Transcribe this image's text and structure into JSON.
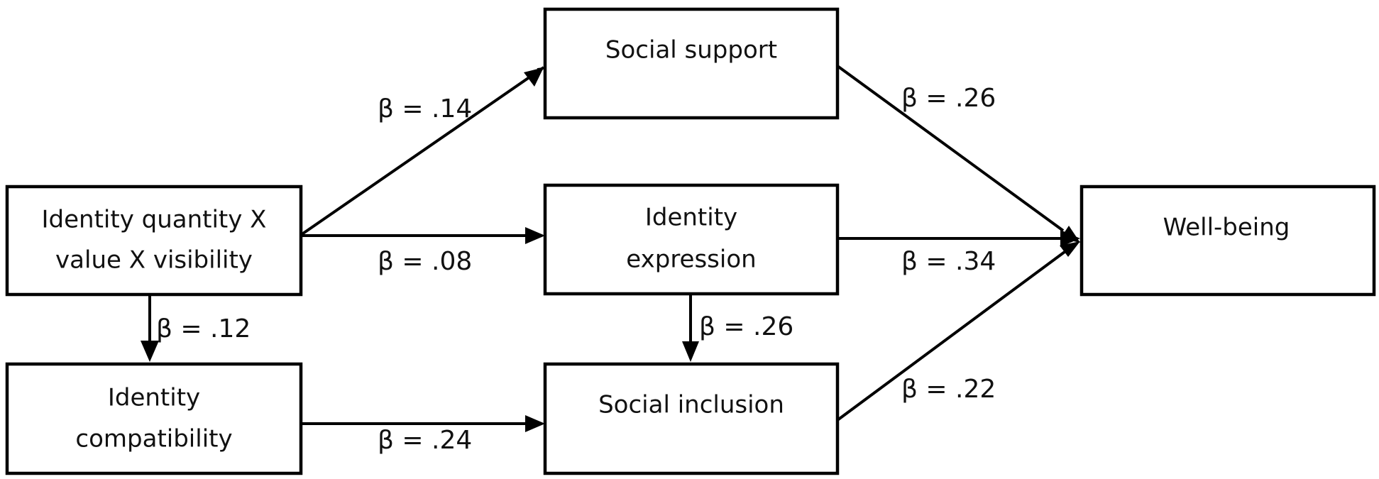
{
  "diagram": {
    "nodes": {
      "identity_qvv": {
        "lines": [
          "Identity quantity X",
          "value X visibility"
        ]
      },
      "identity_compat": {
        "lines": [
          "Identity",
          "compatibility"
        ]
      },
      "social_support": {
        "lines": [
          "Social support"
        ]
      },
      "identity_expression": {
        "lines": [
          "Identity",
          "expression"
        ]
      },
      "social_inclusion": {
        "lines": [
          "Social inclusion"
        ]
      },
      "well_being": {
        "lines": [
          "Well-being"
        ]
      }
    },
    "edges": {
      "qvv_to_support": {
        "from": "Identity quantity X value X visibility",
        "to": "Social support",
        "label": "β = .14"
      },
      "qvv_to_expression": {
        "from": "Identity quantity X value X visibility",
        "to": "Identity expression",
        "label": "β = .08"
      },
      "qvv_to_compat": {
        "from": "Identity quantity X value X visibility",
        "to": "Identity compatibility",
        "label": "β = .12"
      },
      "compat_to_inclusion": {
        "from": "Identity compatibility",
        "to": "Social inclusion",
        "label": "β = .24"
      },
      "expression_to_inclusion": {
        "from": "Identity expression",
        "to": "Social inclusion",
        "label": "β = .26"
      },
      "support_to_wellbeing": {
        "from": "Social support",
        "to": "Well-being",
        "label": "β = .26"
      },
      "expression_to_wellbeing": {
        "from": "Identity expression",
        "to": "Well-being",
        "label": "β = .34"
      },
      "inclusion_to_wellbeing": {
        "from": "Social inclusion",
        "to": "Well-being",
        "label": "β = .22"
      }
    }
  }
}
